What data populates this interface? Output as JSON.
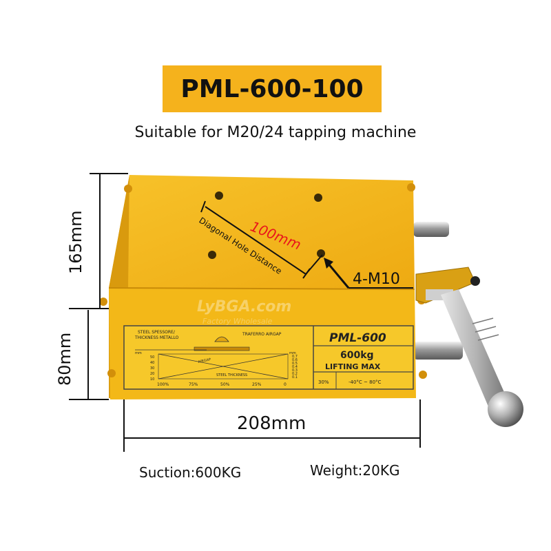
{
  "header": {
    "model": "PML-600-100",
    "subtitle": "Suitable for M20/24 tapping machine"
  },
  "dimensions": {
    "height_top": "165mm",
    "height_bottom": "80mm",
    "width": "208mm",
    "hole_distance": "100mm",
    "hole_caption": "Diagonal Hole Distance",
    "thread": "4-M10"
  },
  "specs": {
    "suction": "Suction:600KG",
    "weight": "Weight:20KG"
  },
  "plate": {
    "model": "PML-600",
    "capacity": "600kg",
    "lifting": "LIFTING MAX",
    "pct": "30%",
    "temp": "-40°C ~ 80°C",
    "steel_label": "STEEL  SPESSORE/",
    "thickness_label": "THICKNESS METALLO",
    "airgap_label": "TRAFERRO AIRGAP",
    "airgap_diag": "AIRGAP",
    "steel_thickness": "STEEL THICKNESS",
    "mm_left": "mm",
    "mm_right": "mm",
    "left_ticks": [
      "50",
      "40",
      "30",
      "20",
      "10"
    ],
    "right_ticks": [
      "0.7",
      "0.6",
      "0.5",
      "0.4",
      "0.3",
      "0.2",
      "0.1"
    ],
    "bottom_ticks": [
      "100%",
      "75%",
      "50%",
      "25%",
      "0"
    ]
  },
  "watermark": {
    "brand": "LyBGA.com",
    "tagline": "Factory Wholesale"
  },
  "colors": {
    "title_bg": "#f5b21c",
    "body_yellow": "#f2b81a",
    "accent_red": "#e8161b"
  }
}
